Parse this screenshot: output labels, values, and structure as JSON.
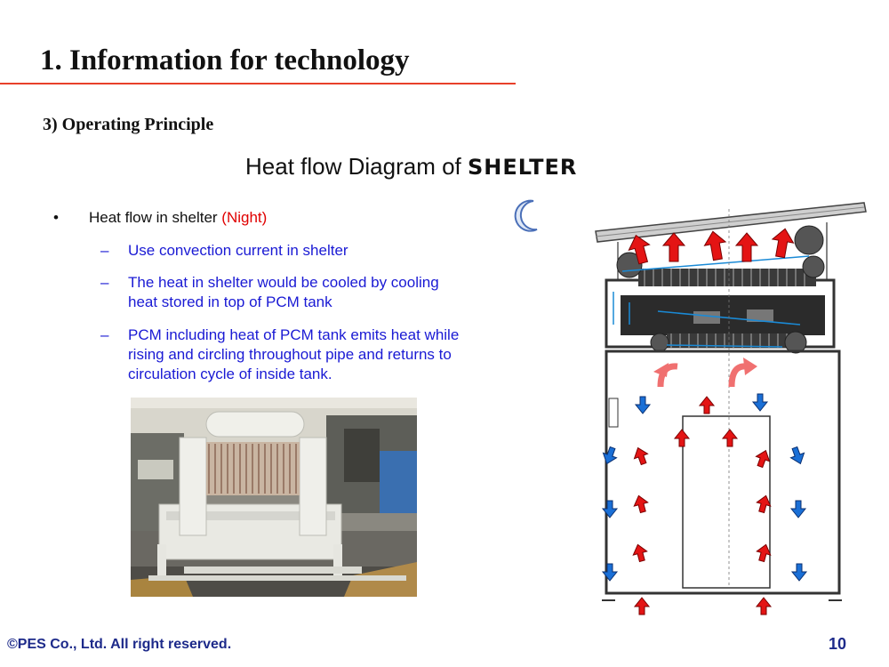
{
  "header": {
    "title": "1. Information for technology",
    "subtitle": "3) Operating Principle"
  },
  "diagram": {
    "title_prefix": "Heat flow Diagram of ",
    "title_bold": "SHELTER"
  },
  "bullets": {
    "main_marker": "•",
    "main_text": "Heat flow in shelter ",
    "main_highlight": "(Night)",
    "dash": "–",
    "items": [
      "Use convection current in shelter",
      "The heat in shelter would be cooled by cooling heat stored in top of PCM tank",
      "PCM including heat of PCM tank emits heat while rising and circling throughout pipe and returns to circulation cycle of inside tank."
    ]
  },
  "colors": {
    "title_rule": "#e8402a",
    "bullet_blue": "#1a1ad4",
    "night_red": "#e00000",
    "footer_blue": "#1d2a8a",
    "hot_arrow": "#e41414",
    "cold_arrow": "#1a6fd6"
  },
  "icons": {
    "moon": "crescent-moon-icon"
  },
  "footer": {
    "copyright": "©PES Co., Ltd. All right reserved.",
    "page_number": "10"
  }
}
